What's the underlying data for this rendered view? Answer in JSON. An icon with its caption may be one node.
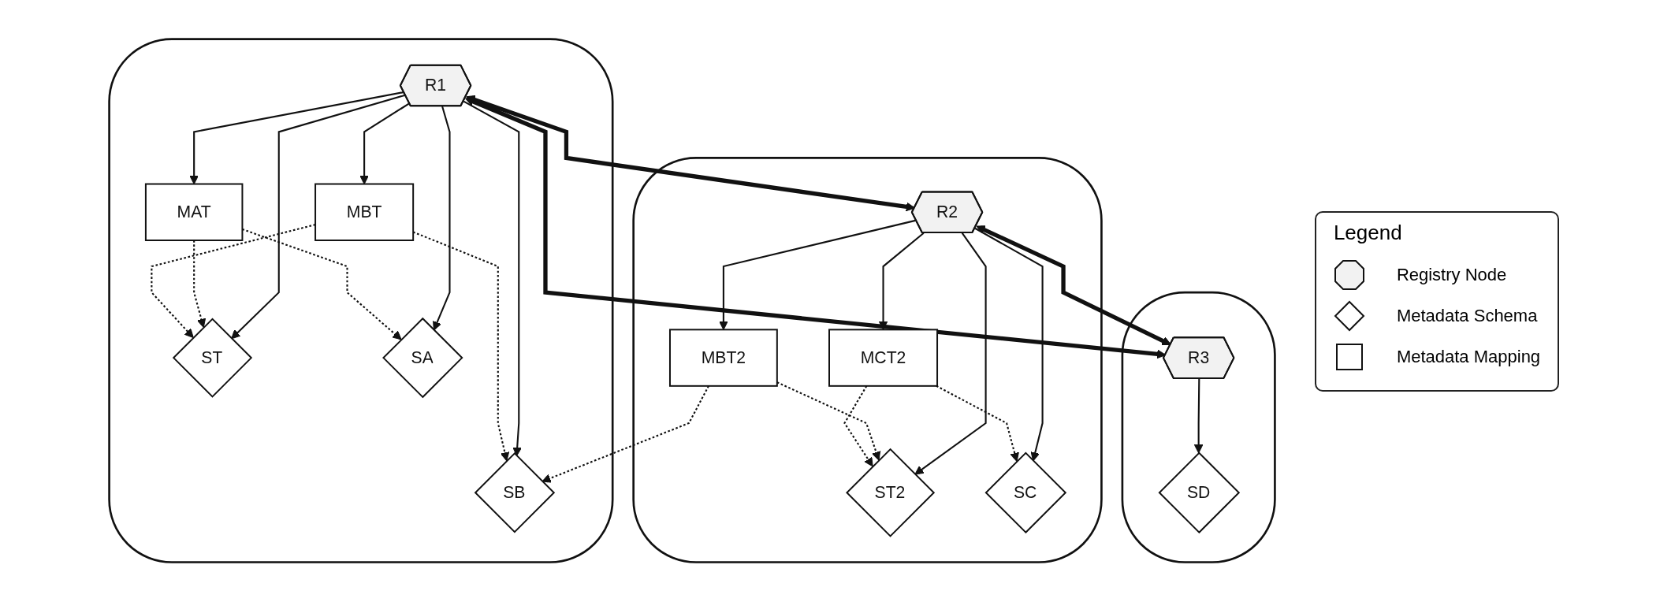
{
  "diagram": {
    "nodes": [
      {
        "text": [],
        "shape": "cloud"
      },
      {
        "text": [
          "ST"
        ],
        "in": 0
      },
      {
        "text": [
          "MBT"
        ],
        "in": 0
      },
      {
        "text": [
          "SB"
        ],
        "in": 0
      },
      {
        "text": [
          "MAT"
        ],
        "in": 0
      },
      {
        "text": [
          "SA"
        ],
        "in": 0
      },
      {
        "text": [
          "R1"
        ],
        "in": 0
      },
      {
        "text": [],
        "shape": "cloud"
      },
      {
        "text": [
          "ST2"
        ],
        "in": 7
      },
      {
        "text": [
          "MCT2"
        ],
        "in": 7
      },
      {
        "text": [
          "SC"
        ],
        "in": 7
      },
      {
        "text": [
          "MBT2"
        ],
        "in": 7
      },
      {
        "text": [
          "R2"
        ],
        "in": 7
      },
      {
        "text": [],
        "shape": "cloud"
      },
      {
        "text": [
          "R3"
        ],
        "in": 13
      },
      {
        "text": [
          "SD"
        ],
        "in": 13
      }
    ],
    "edges": [
      {
        "from": 2,
        "to": 1,
        "arrow": "to",
        "style": "dashed"
      },
      {
        "from": 2,
        "to": 3,
        "arrow": "to",
        "style": "dashed"
      },
      {
        "from": 4,
        "to": 1,
        "arrow": "to",
        "style": "dashed"
      },
      {
        "from": 4,
        "to": 5,
        "arrow": "to",
        "style": "dashed"
      },
      {
        "from": 6,
        "to": 1,
        "arrow": "to"
      },
      {
        "from": 6,
        "to": 2,
        "arrow": "to"
      },
      {
        "from": 6,
        "to": 3,
        "arrow": "to"
      },
      {
        "from": 6,
        "to": 4,
        "arrow": "to"
      },
      {
        "from": 6,
        "to": 5,
        "arrow": "to"
      },
      {
        "from": 11,
        "to": 3,
        "arrow": "to",
        "style": "dashed"
      },
      {
        "from": 9,
        "to": 8,
        "arrow": "to",
        "style": "dashed"
      },
      {
        "from": 9,
        "to": 10,
        "arrow": "to",
        "style": "dashed"
      },
      {
        "from": 11,
        "to": 8,
        "arrow": "to",
        "style": "dashed"
      },
      {
        "from": 12,
        "to": 8,
        "arrow": "to"
      },
      {
        "from": 12,
        "to": 9,
        "arrow": "to"
      },
      {
        "from": 12,
        "to": 10,
        "arrow": "to"
      },
      {
        "from": 12,
        "to": 11,
        "arrow": "to"
      },
      {
        "from": 6,
        "to": 12,
        "arrow": "both",
        "style": "thick"
      },
      {
        "from": 6,
        "to": 14,
        "arrow": "both",
        "style": "thick"
      },
      {
        "from": 12,
        "to": 14,
        "arrow": "both",
        "style": "thick"
      },
      {
        "from": 14,
        "to": 15,
        "arrow": "to"
      }
    ],
    "labels": [
      "Legend"
    ],
    "legend": [
      {
        "text": "Registry Node"
      },
      {
        "text": "Metadata Schema"
      },
      {
        "text": "Metadata Mapping"
      }
    ]
  }
}
